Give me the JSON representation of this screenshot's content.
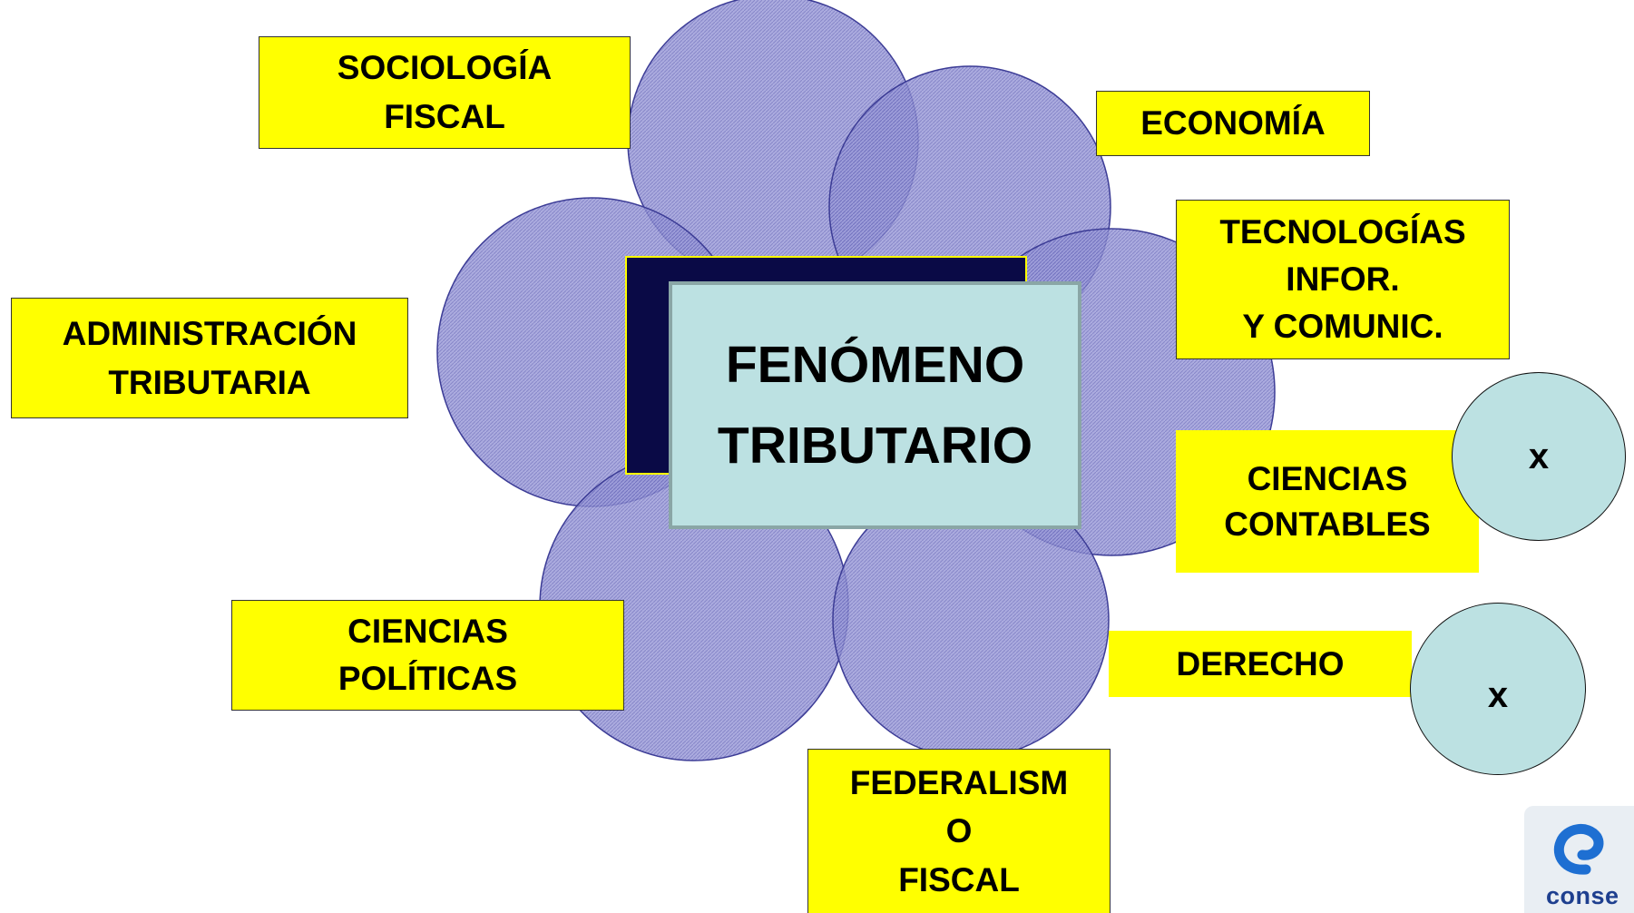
{
  "center": {
    "line1": "FENÓMENO",
    "line2": "TRIBUTARIO"
  },
  "disciplines": [
    {
      "id": "sociologia-fiscal",
      "lines": [
        "SOCIOLOGÍA",
        "FISCAL"
      ]
    },
    {
      "id": "economia",
      "lines": [
        "ECONOMÍA"
      ]
    },
    {
      "id": "tecnologias",
      "lines": [
        "TECNOLOGÍAS",
        "INFOR.",
        "Y COMUNIC."
      ]
    },
    {
      "id": "administracion-tributaria",
      "lines": [
        "ADMINISTRACIÓN",
        "TRIBUTARIA"
      ]
    },
    {
      "id": "ciencias-contables",
      "lines": [
        "CIENCIAS",
        "CONTABLES"
      ]
    },
    {
      "id": "ciencias-politicas",
      "lines": [
        "CIENCIAS",
        "POLÍTICAS"
      ]
    },
    {
      "id": "derecho",
      "lines": [
        "DERECHO"
      ]
    },
    {
      "id": "federalismo-fiscal",
      "lines": [
        "FEDERALISM",
        "O",
        "FISCAL"
      ]
    }
  ],
  "marks": {
    "contables": "x",
    "derecho": "x"
  },
  "logo": {
    "text": "conse"
  },
  "colors": {
    "label_fill": "#ffff00",
    "petal_fill": "#8c8cd2",
    "petal_stroke": "#3c3c96",
    "center_fill": "#bce1e2",
    "shadow_fill": "#0a0a46"
  }
}
